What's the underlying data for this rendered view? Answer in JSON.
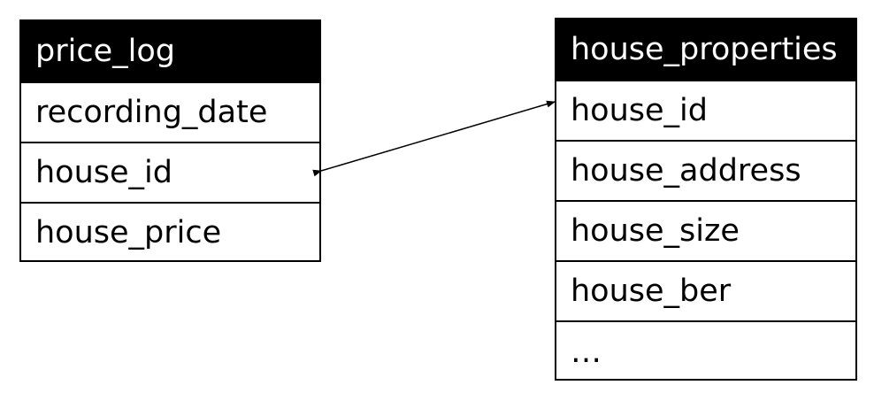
{
  "entities": [
    {
      "title": "price_log",
      "fields": [
        "recording_date",
        "house_id",
        "house_price"
      ]
    },
    {
      "title": "house_properties",
      "fields": [
        "house_id",
        "house_address",
        "house_size",
        "house_ber",
        "…"
      ]
    }
  ],
  "relationships": [
    {
      "from": "price_log.house_id",
      "to": "house_properties.house_id",
      "type": "bidirectional-arrow"
    }
  ]
}
